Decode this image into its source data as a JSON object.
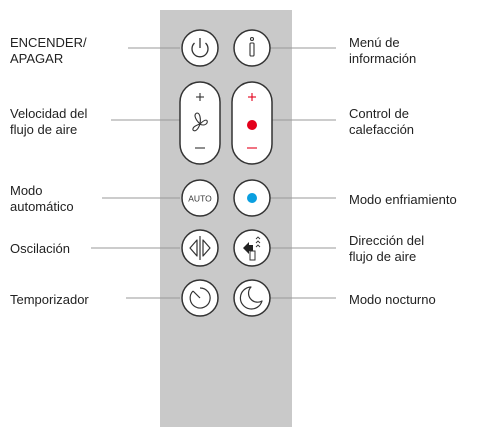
{
  "labels_left": [
    {
      "id": "power",
      "text": "ENCENDER/\nAPAGAR"
    },
    {
      "id": "airflow-speed",
      "text": "Velocidad del\nflujo de aire"
    },
    {
      "id": "auto-mode",
      "text": "Modo\nautomático"
    },
    {
      "id": "oscillation",
      "text": "Oscilación"
    },
    {
      "id": "timer",
      "text": "Temporizador"
    }
  ],
  "labels_right": [
    {
      "id": "info-menu",
      "text": "Menú de\ninformación"
    },
    {
      "id": "heat-control",
      "text": "Control de\ncalefacción"
    },
    {
      "id": "cool-mode",
      "text": "Modo enfriamiento"
    },
    {
      "id": "airflow-direction",
      "text": "Dirección del\nflujo de aire"
    },
    {
      "id": "night-mode",
      "text": "Modo nocturno"
    }
  ],
  "buttons": {
    "auto_text": "AUTO"
  },
  "colors": {
    "remote_body": "#c9c9c9",
    "button_fill": "#ffffff",
    "button_stroke": "#333333",
    "heat_red": "#e3001b",
    "cool_blue": "#0a9fe0",
    "leader_line": "#999999"
  }
}
